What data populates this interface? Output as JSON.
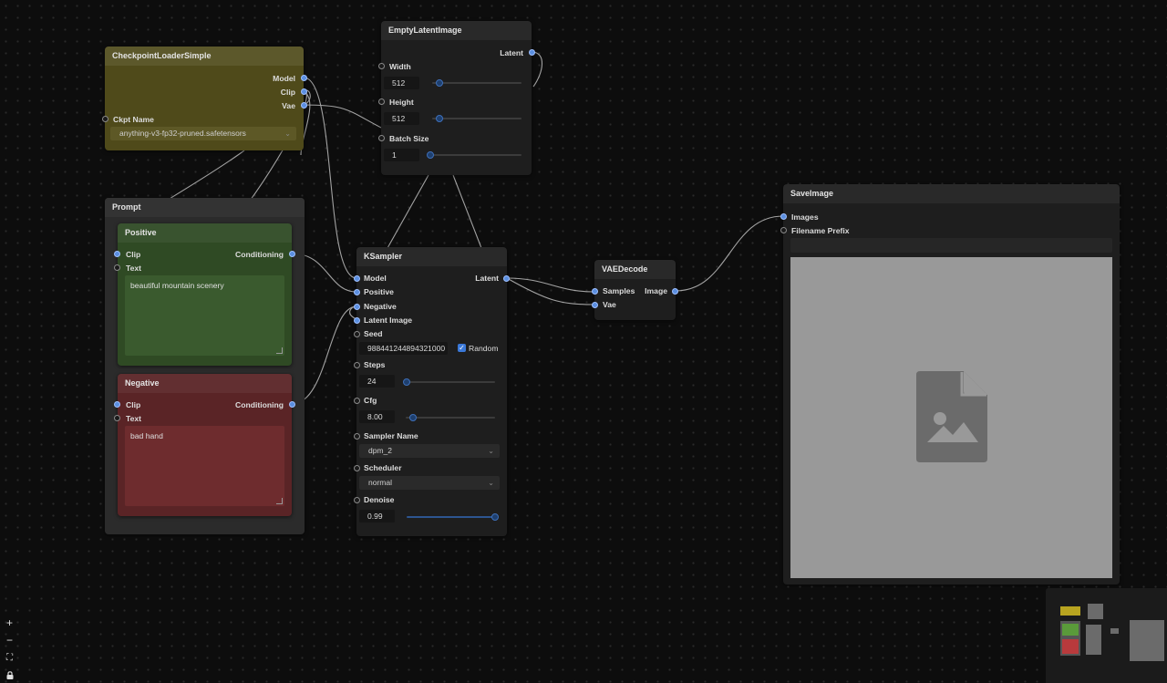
{
  "nodes": {
    "checkpoint": {
      "title": "CheckpointLoaderSimple",
      "out_model": "Model",
      "out_clip": "Clip",
      "out_vae": "Vae",
      "in_ckpt": "Ckpt Name",
      "ckpt_value": "anything-v3-fp32-pruned.safetensors"
    },
    "empty_latent": {
      "title": "EmptyLatentImage",
      "out_latent": "Latent",
      "width_label": "Width",
      "width_value": "512",
      "height_label": "Height",
      "height_value": "512",
      "batch_label": "Batch Size",
      "batch_value": "1",
      "width_fraction": 0.1,
      "height_fraction": 0.1,
      "batch_fraction": 0.0
    },
    "prompt_group": {
      "title": "Prompt"
    },
    "positive": {
      "title": "Positive",
      "in_clip": "Clip",
      "in_text": "Text",
      "out_cond": "Conditioning",
      "text": "beautiful mountain scenery"
    },
    "negative": {
      "title": "Negative",
      "in_clip": "Clip",
      "in_text": "Text",
      "out_cond": "Conditioning",
      "text": "bad hand"
    },
    "ksampler": {
      "title": "KSampler",
      "in_model": "Model",
      "in_positive": "Positive",
      "in_negative": "Negative",
      "in_latent": "Latent Image",
      "out_latent": "Latent",
      "seed_label": "Seed",
      "seed_value": "988441244894321000",
      "random_label": "Random",
      "random_checked": true,
      "steps_label": "Steps",
      "steps_value": "24",
      "cfg_label": "Cfg",
      "cfg_value": "8.00",
      "sampler_label": "Sampler Name",
      "sampler_value": "dpm_2",
      "scheduler_label": "Scheduler",
      "scheduler_value": "normal",
      "denoise_label": "Denoise",
      "denoise_value": "0.99",
      "steps_fraction": 0.0,
      "cfg_fraction": 0.07,
      "denoise_fraction": 0.99
    },
    "vaedecode": {
      "title": "VAEDecode",
      "in_samples": "Samples",
      "in_vae": "Vae",
      "out_image": "Image"
    },
    "saveimage": {
      "title": "SaveImage",
      "in_images": "Images",
      "in_prefix": "Filename Prefix",
      "prefix_value": ""
    }
  },
  "controls": {
    "zoom_in": "+",
    "zoom_out": "−",
    "fit": "⛶",
    "lock": "🔒"
  },
  "colors": {
    "accent": "#5b8fe0",
    "checkpoint": "#4f4a1a",
    "positive": "#2f4a24",
    "negative": "#5a2426",
    "link": "#bdbdbd"
  }
}
